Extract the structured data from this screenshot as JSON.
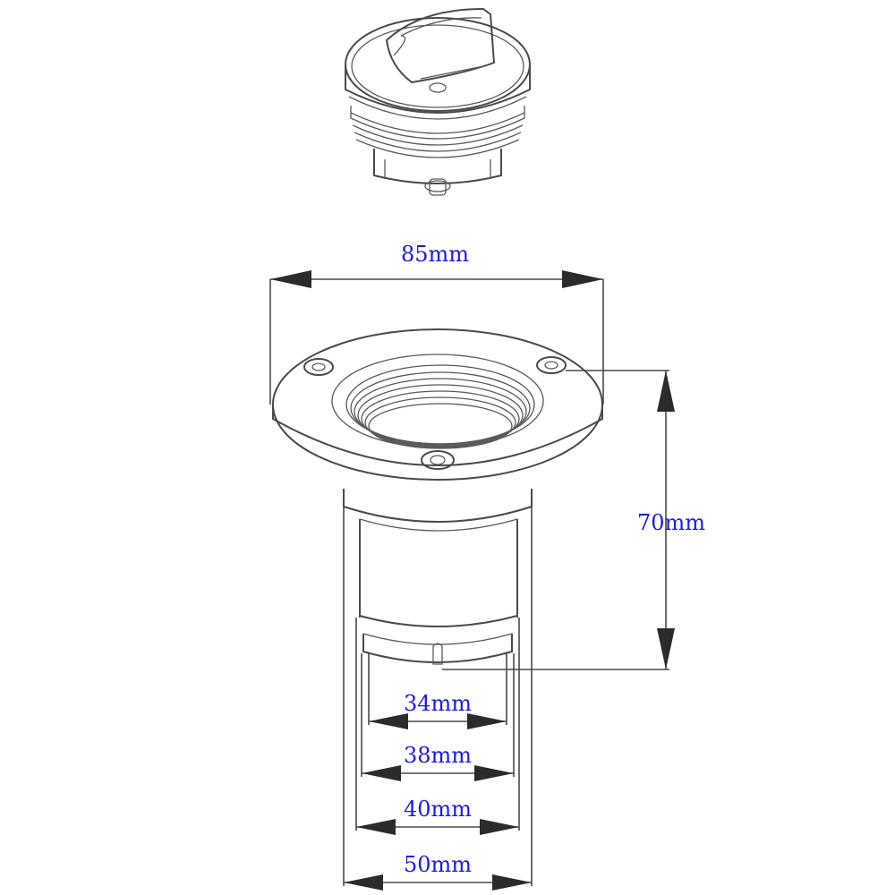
{
  "dimensions": {
    "overall_width": "85mm",
    "height": "70mm",
    "inner_34": "34mm",
    "inner_38": "38mm",
    "inner_40": "40mm",
    "outer_50": "50mm"
  },
  "colors": {
    "label": "#1a1ae6",
    "line": "#4a4a4a",
    "background": "#ffffff"
  }
}
